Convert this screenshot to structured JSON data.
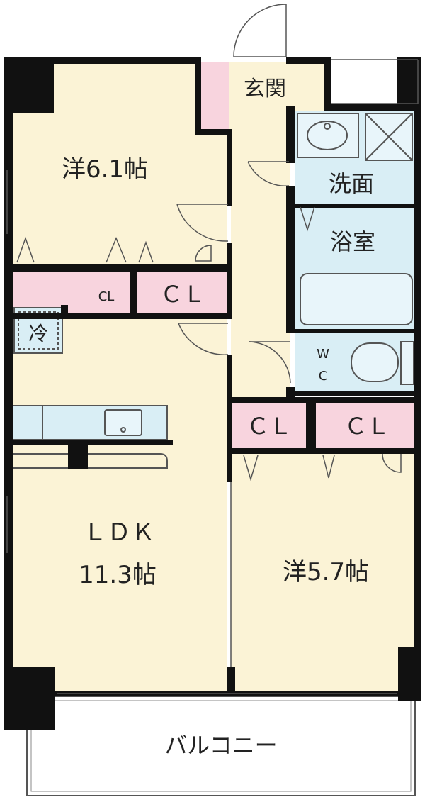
{
  "palette": {
    "room": "#fbf3d6",
    "wet": "#d9eef5",
    "closet": "#f8d4de",
    "wall": "#111111",
    "line": "#555555"
  },
  "rooms": {
    "entrance": "玄関",
    "western_a": "洋6.1帖",
    "washroom": "洗面",
    "bathroom": "浴室",
    "wc_top": "W",
    "wc_bottom": "C",
    "ldk_title": "ＬＤＫ",
    "ldk_size": "11.3帖",
    "western_b": "洋5.7帖",
    "fridge": "冷",
    "balcony": "バルコニー"
  },
  "closets": {
    "small_left": "CL",
    "upper_right": "ＣＬ",
    "lower_left": "ＣＬ",
    "lower_right": "ＣＬ"
  }
}
